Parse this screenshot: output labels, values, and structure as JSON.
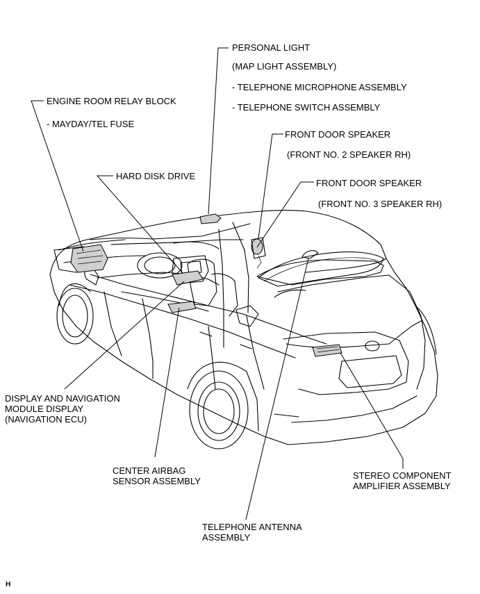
{
  "labels": {
    "personal_light": "PERSONAL LIGHT",
    "map_light": "(MAP LIGHT ASSEMBLY)",
    "tel_mic": "- TELEPHONE MICROPHONE ASSEMBLY",
    "tel_switch": "- TELEPHONE SWITCH ASSEMBLY",
    "engine_room_relay": "ENGINE ROOM RELAY BLOCK",
    "mayday_fuse": "- MAYDAY/TEL FUSE",
    "front_door_speaker_1": "FRONT DOOR SPEAKER",
    "front_no2": "(FRONT NO. 2 SPEAKER RH)",
    "hard_disk": "HARD DISK DRIVE",
    "front_door_speaker_2": "FRONT DOOR SPEAKER",
    "front_no3": "(FRONT NO. 3 SPEAKER RH)",
    "display_nav": "DISPLAY AND NAVIGATION\nMODULE DISPLAY\n(NAVIGATION ECU)",
    "center_airbag": "CENTER AIRBAG\nSENSOR ASSEMBLY",
    "stereo_amp": "STEREO COMPONENT\nAMPLIFIER ASSEMBLY",
    "tel_antenna": "TELEPHONE ANTENNA\nASSEMBLY",
    "corner_mark": "H"
  }
}
